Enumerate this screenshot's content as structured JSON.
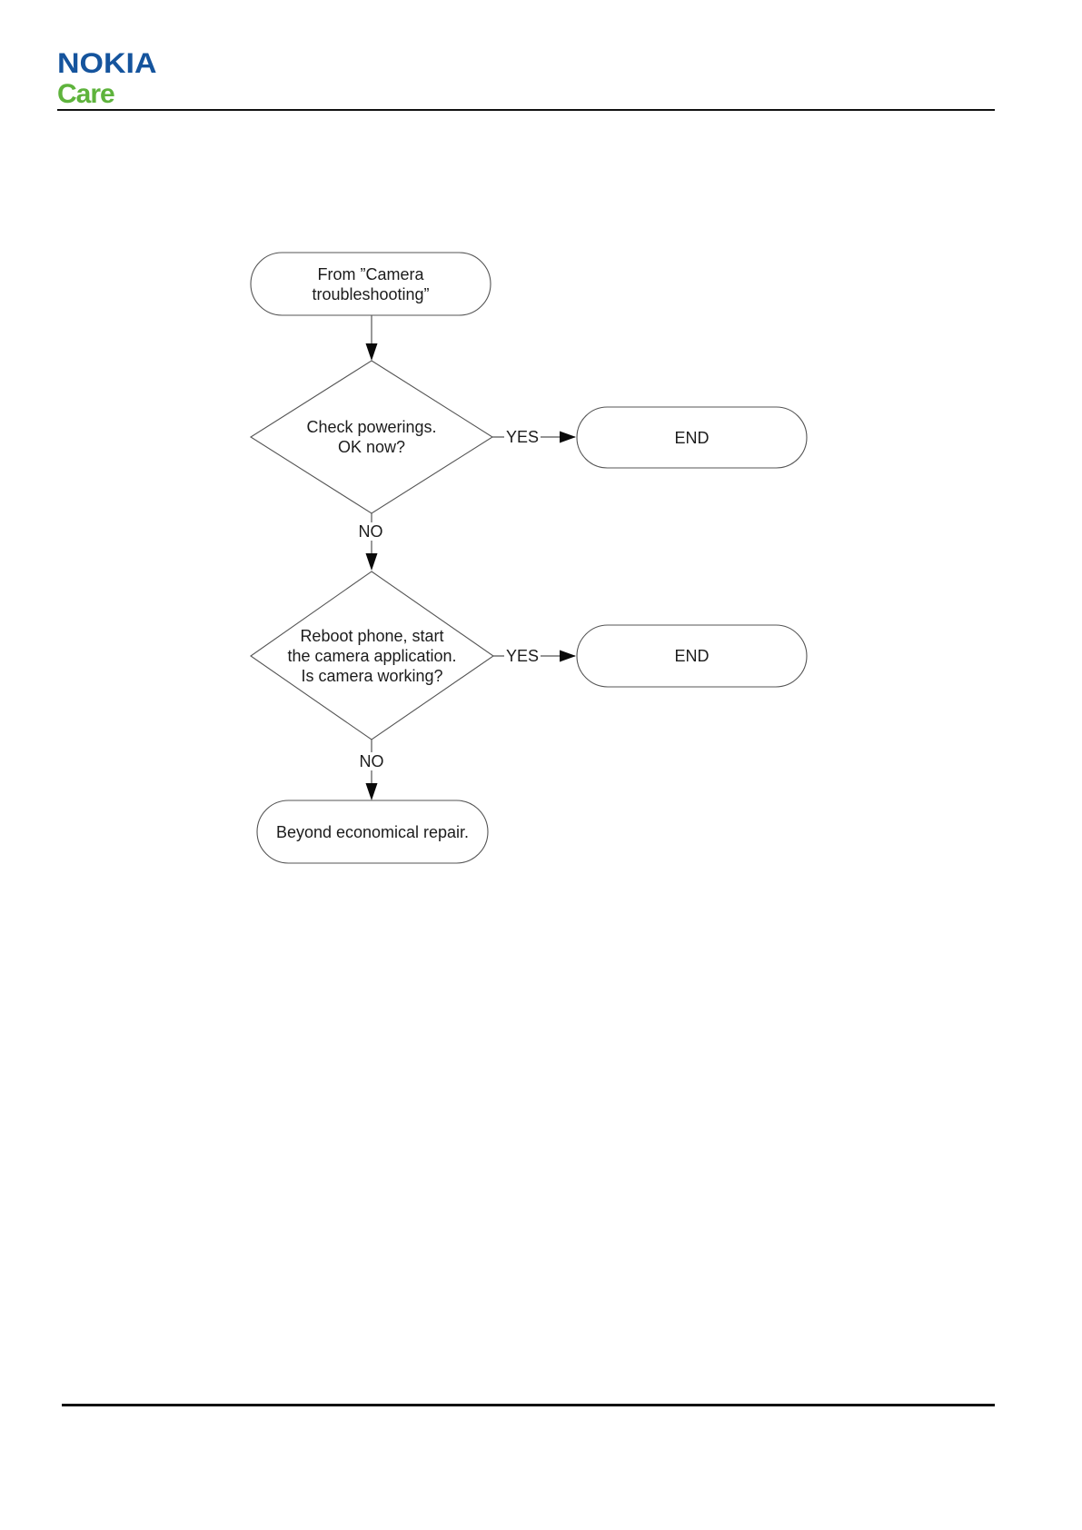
{
  "theme": {
    "nokia_blue": "#15549d",
    "care_green": "#5eb33c",
    "line_color": "#555555",
    "text_color": "#1c1c1c",
    "rule_color": "#111111",
    "page_bg": "#ffffff"
  },
  "header": {
    "logo_primary": "NOKIA",
    "logo_secondary": "Care"
  },
  "flowchart": {
    "start_terminator": {
      "label": "From ”Camera\ntroubleshooting”"
    },
    "decision_powerings": {
      "label": "Check powerings.\nOK now?"
    },
    "end_terminator_1": {
      "label": "END"
    },
    "decision_reboot": {
      "label": "Reboot phone, start\nthe camera application.\nIs camera working?"
    },
    "end_terminator_2": {
      "label": "END"
    },
    "final_terminator": {
      "label": "Beyond economical repair."
    },
    "edge_labels": {
      "yes_1": "YES",
      "no_1": "NO",
      "yes_2": "YES",
      "no_2": "NO"
    }
  }
}
